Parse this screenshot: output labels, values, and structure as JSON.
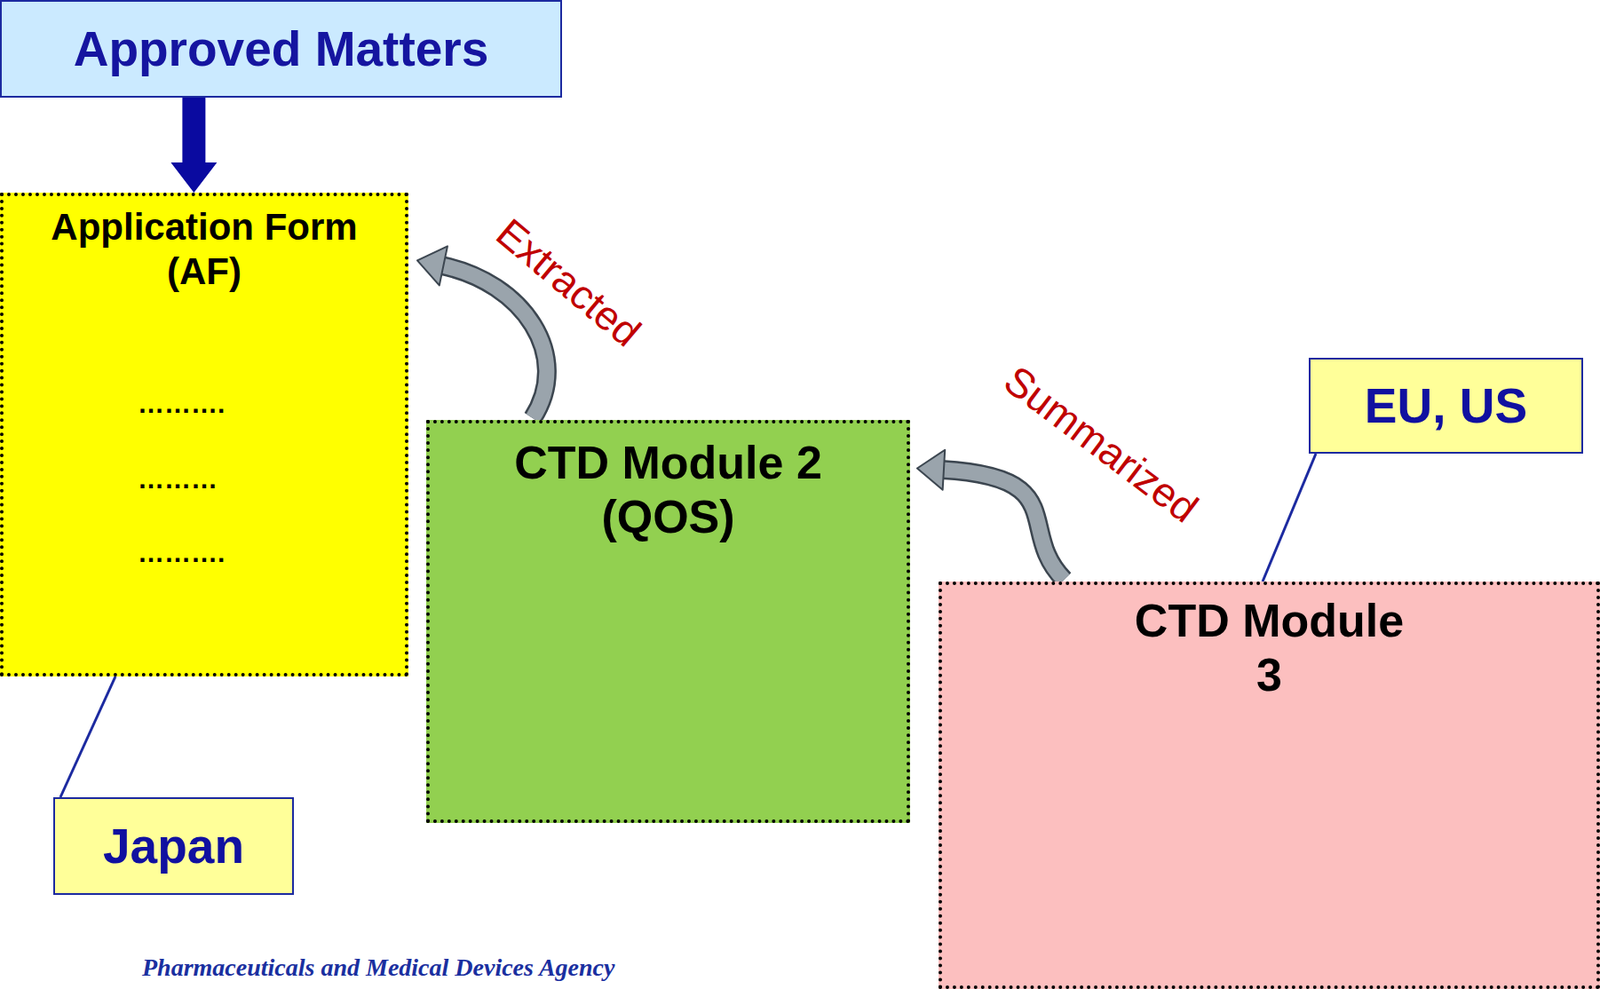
{
  "diagram": {
    "nodes": [
      {
        "text": [
          "Approved Matters"
        ]
      },
      {
        "text": [
          "Application Form (AF)"
        ]
      },
      {
        "text": [
          "CTD Module 2 (QOS)"
        ]
      },
      {
        "text": [
          "CTD Module 3"
        ]
      },
      {
        "text": [
          "Japan"
        ]
      },
      {
        "text": [
          "EU, US"
        ]
      }
    ],
    "edges": [
      {
        "from": 0,
        "to": 1,
        "arrow": "to"
      },
      {
        "from": 2,
        "to": 1,
        "label": "Extracted",
        "arrow": "to"
      },
      {
        "from": 3,
        "to": 2,
        "label": "Summarized",
        "arrow": "to"
      },
      {
        "from": 4,
        "to": 1,
        "arrow": "none"
      },
      {
        "from": 5,
        "to": 3,
        "arrow": "none"
      }
    ],
    "labels": [
      "……….",
      "………",
      "……….",
      "Pharmaceuticals and Medical Devices Agency"
    ]
  }
}
